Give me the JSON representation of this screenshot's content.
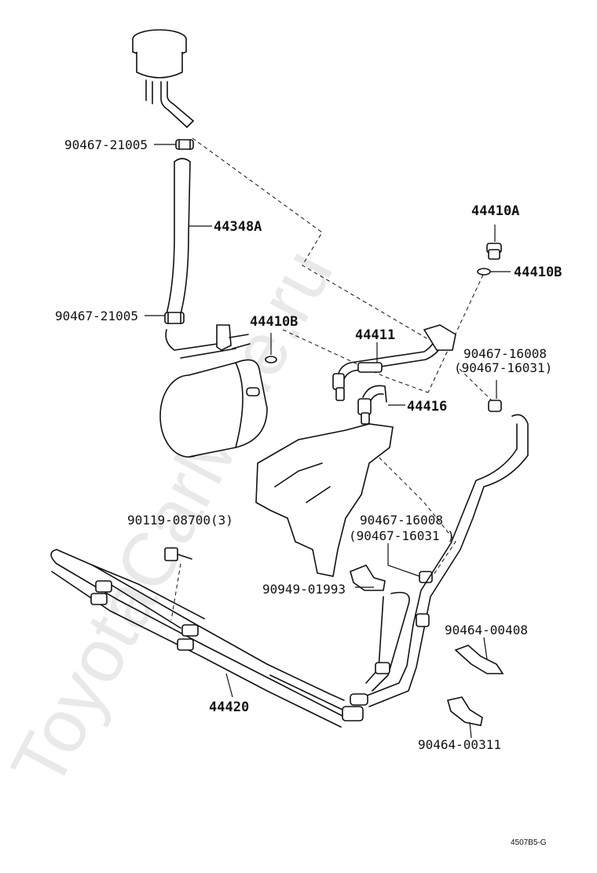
{
  "watermark": "ToyotaCarMine.ru",
  "diagram_code": "4507B5-G",
  "parts": {
    "clamp_upper": "90467-21005",
    "hose_reservoir": "44348A",
    "clamp_lower": "90467-21005",
    "gasket_pump": "44410B",
    "union_bolt": "44410A",
    "gasket_union": "44410B",
    "pressure_tube": "44411",
    "clamp_right": "90467-16008",
    "clamp_right_alt": "(90467-16031)",
    "return_tube": "44416",
    "bolt": "90119-08700(3)",
    "clamp_center": "90467-16008",
    "clamp_center_alt": "(90467-16031 )",
    "clip": "90949-01993",
    "cooler_tube": "44420",
    "clamp_a": "90464-00408",
    "clamp_b": "90464-00311"
  }
}
